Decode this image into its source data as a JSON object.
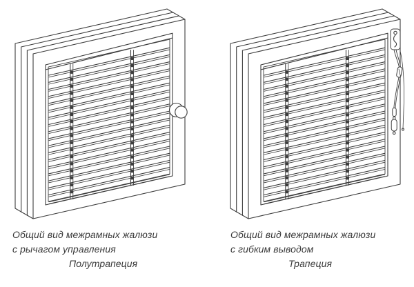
{
  "page": {
    "background": "#ffffff",
    "line_color": "#3d3d3d",
    "text_color": "#3a3a3a"
  },
  "figures": [
    {
      "id": "lever-blind",
      "control": "knob",
      "caption_line1": "Общий вид межрамных жалюзи",
      "caption_line2": "с рычагом управления",
      "variant_label": "Полутрапеция"
    },
    {
      "id": "cord-blind",
      "control": "cord",
      "caption_line1": "Общий вид межрамных жалюзи",
      "caption_line2": "с гибким выводом",
      "variant_label": "Трапеция"
    }
  ]
}
